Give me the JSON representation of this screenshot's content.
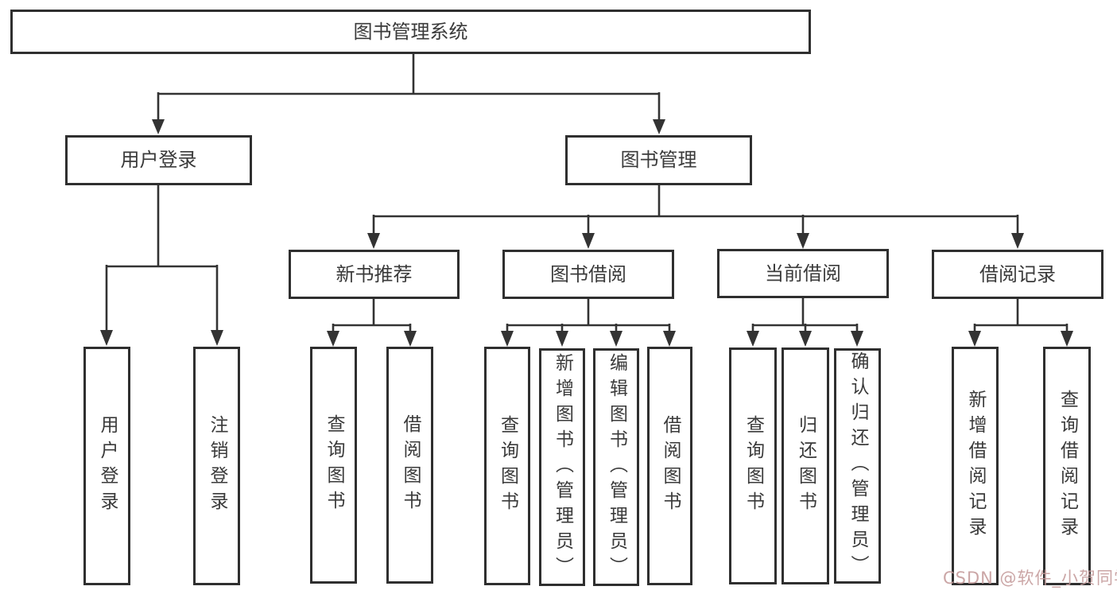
{
  "tree": {
    "root": {
      "label": "图书管理系统"
    },
    "children": [
      {
        "label": "用户登录",
        "leaves": [
          {
            "label": "用户登录"
          },
          {
            "label": "注销登录"
          }
        ]
      },
      {
        "label": "图书管理",
        "children": [
          {
            "label": "新书推荐",
            "leaves": [
              {
                "label": "查询图书"
              },
              {
                "label": "借阅图书"
              }
            ]
          },
          {
            "label": "图书借阅",
            "leaves": [
              {
                "label": "查询图书"
              },
              {
                "label": "新增图书（管理员）"
              },
              {
                "label": "编辑图书（管理员）"
              },
              {
                "label": "借阅图书"
              }
            ]
          },
          {
            "label": "当前借阅",
            "leaves": [
              {
                "label": "查询图书"
              },
              {
                "label": "归还图书"
              },
              {
                "label": "确认归还（管理员）"
              }
            ]
          },
          {
            "label": "借阅记录",
            "leaves": [
              {
                "label": "新增借阅记录"
              },
              {
                "label": "查询借阅记录"
              }
            ]
          }
        ]
      }
    ]
  },
  "watermark": {
    "text": "CSDN @软件_小贺同学"
  },
  "colors": {
    "line": "#333333",
    "box_border": "#2f2f2f",
    "text": "#3a3a3a",
    "background": "#ffffff",
    "watermark": "#c49a9a"
  }
}
